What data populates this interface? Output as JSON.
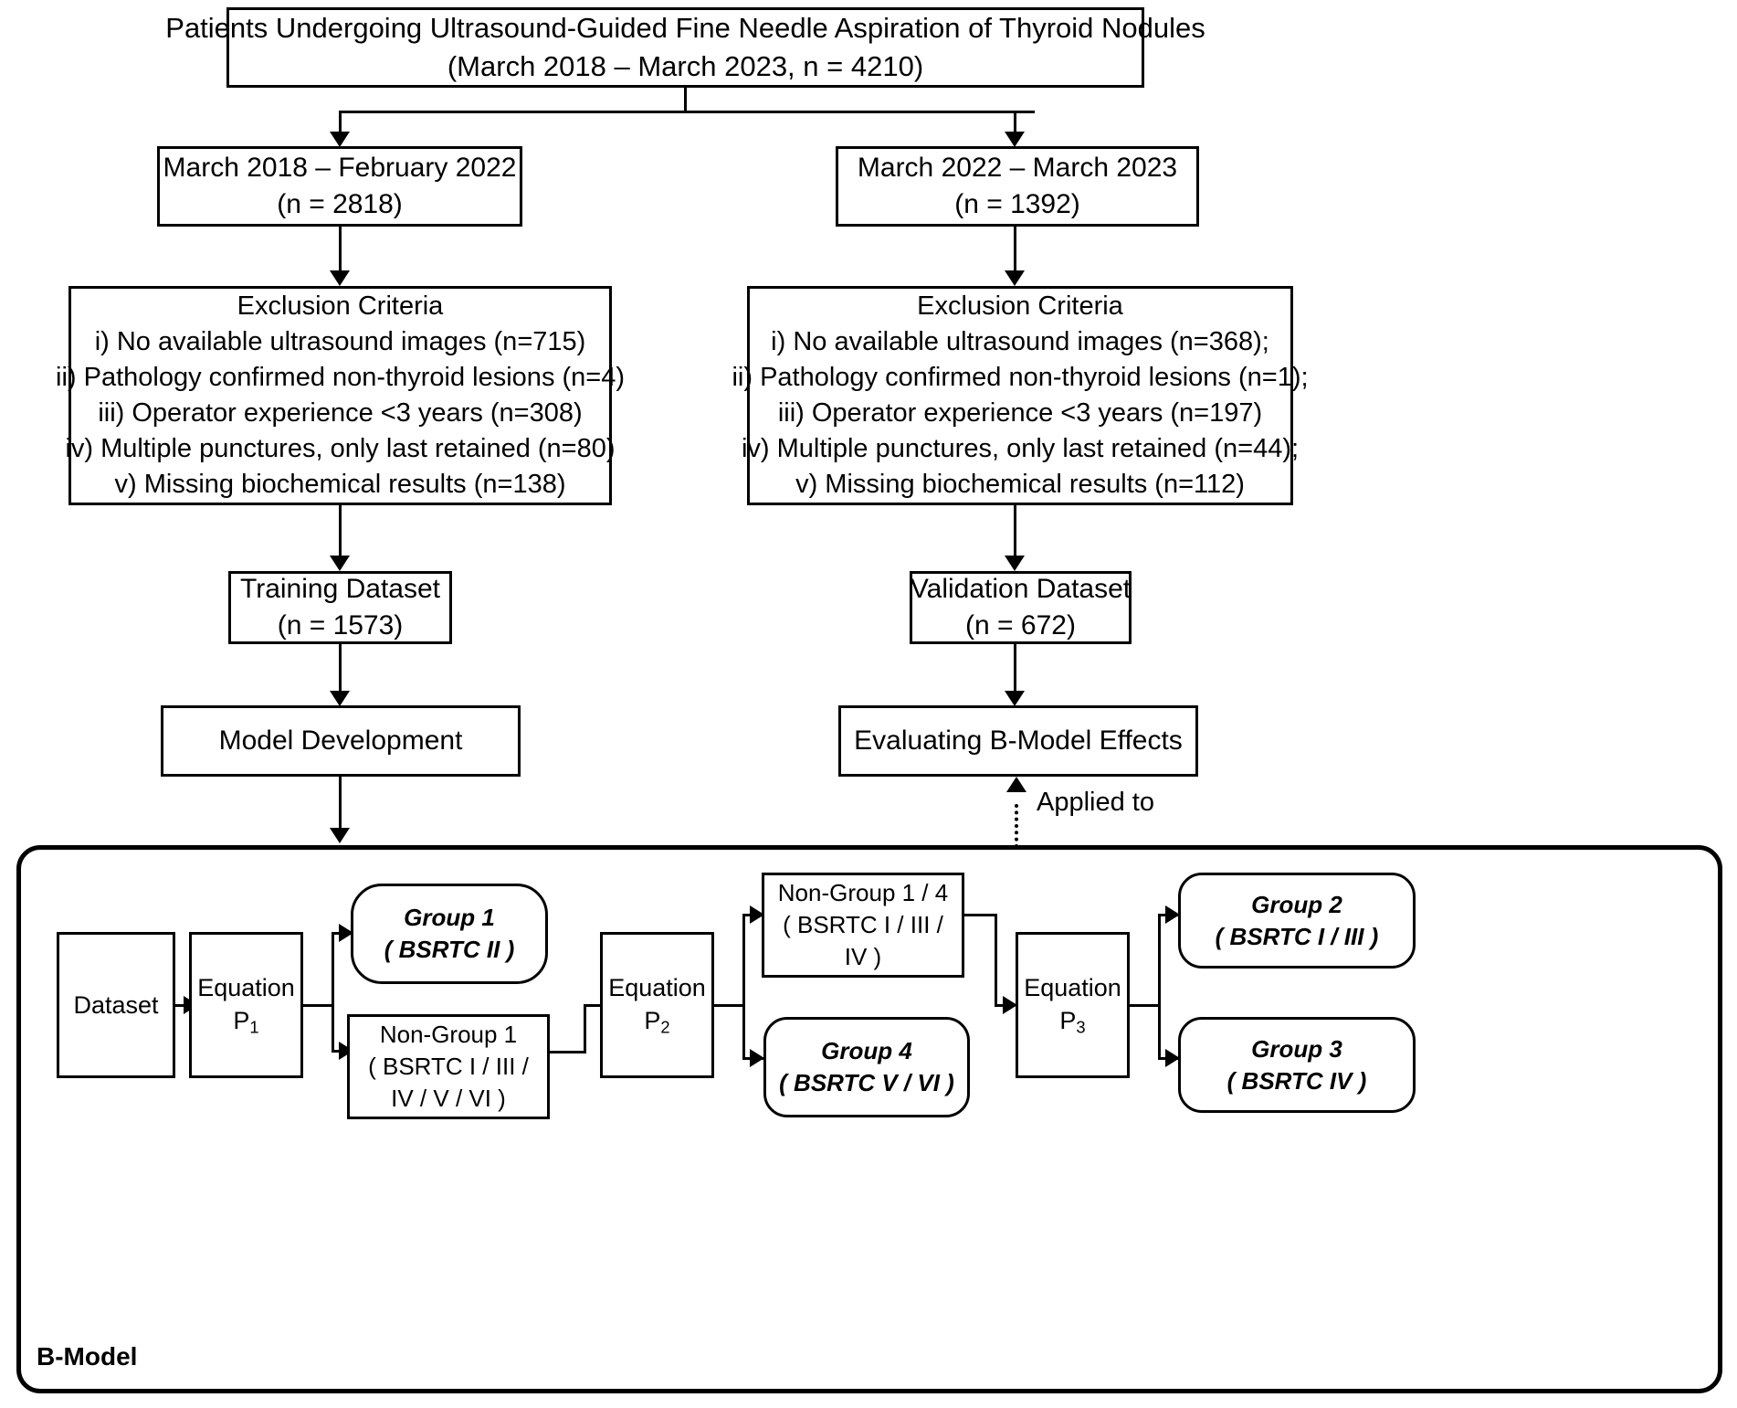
{
  "diagram": {
    "title": "Study flow diagram for B-Model development and validation",
    "type": "flowchart"
  },
  "nodes": {
    "cohort": {
      "name": "source-cohort",
      "lines": [
        "Patients Undergoing Ultrasound-Guided Fine Needle Aspiration of Thyroid Nodules",
        "(March 2018 – March 2023, n = 4210)"
      ]
    },
    "period_left": {
      "name": "training-period",
      "lines": [
        "March 2018 – February 2022",
        "(n = 2818)"
      ]
    },
    "period_right": {
      "name": "validation-period",
      "lines": [
        "March 2022 – March 2023",
        "(n = 1392)"
      ]
    },
    "exclusion_left": {
      "name": "exclusion-criteria-training",
      "lines": [
        "Exclusion Criteria",
        "i) No available ultrasound images (n=715)",
        "ii) Pathology confirmed non-thyroid lesions (n=4)",
        "iii) Operator experience <3 years (n=308)",
        "iv) Multiple punctures, only last retained (n=80)",
        "v) Missing biochemical results (n=138)"
      ]
    },
    "exclusion_right": {
      "name": "exclusion-criteria-validation",
      "lines": [
        "Exclusion Criteria",
        "i) No available ultrasound images (n=368);",
        "ii) Pathology confirmed non-thyroid lesions (n=1);",
        "iii) Operator experience <3 years (n=197)",
        "iv) Multiple punctures, only last retained (n=44);",
        "v) Missing biochemical results (n=112)"
      ]
    },
    "training_dataset": {
      "name": "training-dataset",
      "lines": [
        "Training Dataset",
        "(n = 1573)"
      ]
    },
    "validation_dataset": {
      "name": "validation-dataset",
      "lines": [
        "Validation Dataset",
        "(n = 672)"
      ]
    },
    "model_development": {
      "name": "model-development",
      "lines": [
        "Model Development"
      ]
    },
    "evaluating": {
      "name": "evaluating-b-model-effects",
      "lines": [
        "Evaluating B-Model Effects"
      ]
    }
  },
  "edges": {
    "applied_to_label": "Applied to"
  },
  "bmodel": {
    "label": "B-Model",
    "nodes": {
      "dataset": {
        "name": "dataset-node",
        "lines": [
          "Dataset"
        ]
      },
      "equation1": {
        "name": "equation-p1",
        "lines": [
          "Equation",
          "P1"
        ],
        "sub": "1"
      },
      "equation2": {
        "name": "equation-p2",
        "lines": [
          "Equation",
          "P2"
        ],
        "sub": "2"
      },
      "equation3": {
        "name": "equation-p3",
        "lines": [
          "Equation",
          "P3"
        ],
        "sub": "3"
      },
      "group1": {
        "name": "group-1",
        "lines": [
          "Group 1",
          "( BSRTC II )"
        ]
      },
      "nongroup1": {
        "name": "non-group-1",
        "lines": [
          "Non-Group 1",
          "( BSRTC I / III /",
          "IV / V / VI )"
        ]
      },
      "nongroup14": {
        "name": "non-group-1-4",
        "lines": [
          "Non-Group 1 / 4",
          "( BSRTC I / III /",
          "IV )"
        ]
      },
      "group4": {
        "name": "group-4",
        "lines": [
          "Group 4",
          "( BSRTC V / VI )"
        ]
      },
      "group2": {
        "name": "group-2",
        "lines": [
          "Group 2",
          "( BSRTC I / III )"
        ]
      },
      "group3": {
        "name": "group-3",
        "lines": [
          "Group 3",
          "( BSRTC IV )"
        ]
      }
    }
  },
  "style": {
    "stroke": "#000000",
    "background": "#ffffff"
  }
}
